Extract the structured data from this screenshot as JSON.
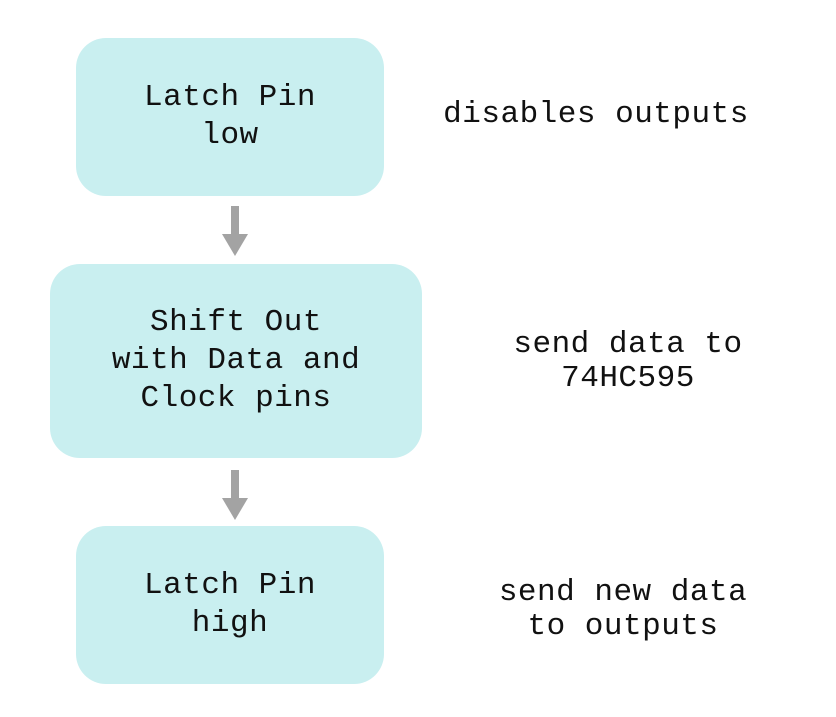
{
  "flow": {
    "steps": [
      {
        "box_lines": [
          "Latch Pin",
          "low"
        ],
        "note_lines": [
          "disables outputs"
        ]
      },
      {
        "box_lines": [
          "Shift Out",
          "with Data and",
          "Clock pins"
        ],
        "note_lines": [
          "send data to",
          "74HC595"
        ]
      },
      {
        "box_lines": [
          "Latch Pin",
          "high"
        ],
        "note_lines": [
          "send new data",
          "to outputs"
        ]
      }
    ]
  },
  "colors": {
    "box_fill": "#c9eff0",
    "arrow": "#a3a3a3",
    "text": "#111111",
    "background": "#ffffff"
  },
  "icons": {
    "connector": "down-arrow-icon"
  }
}
